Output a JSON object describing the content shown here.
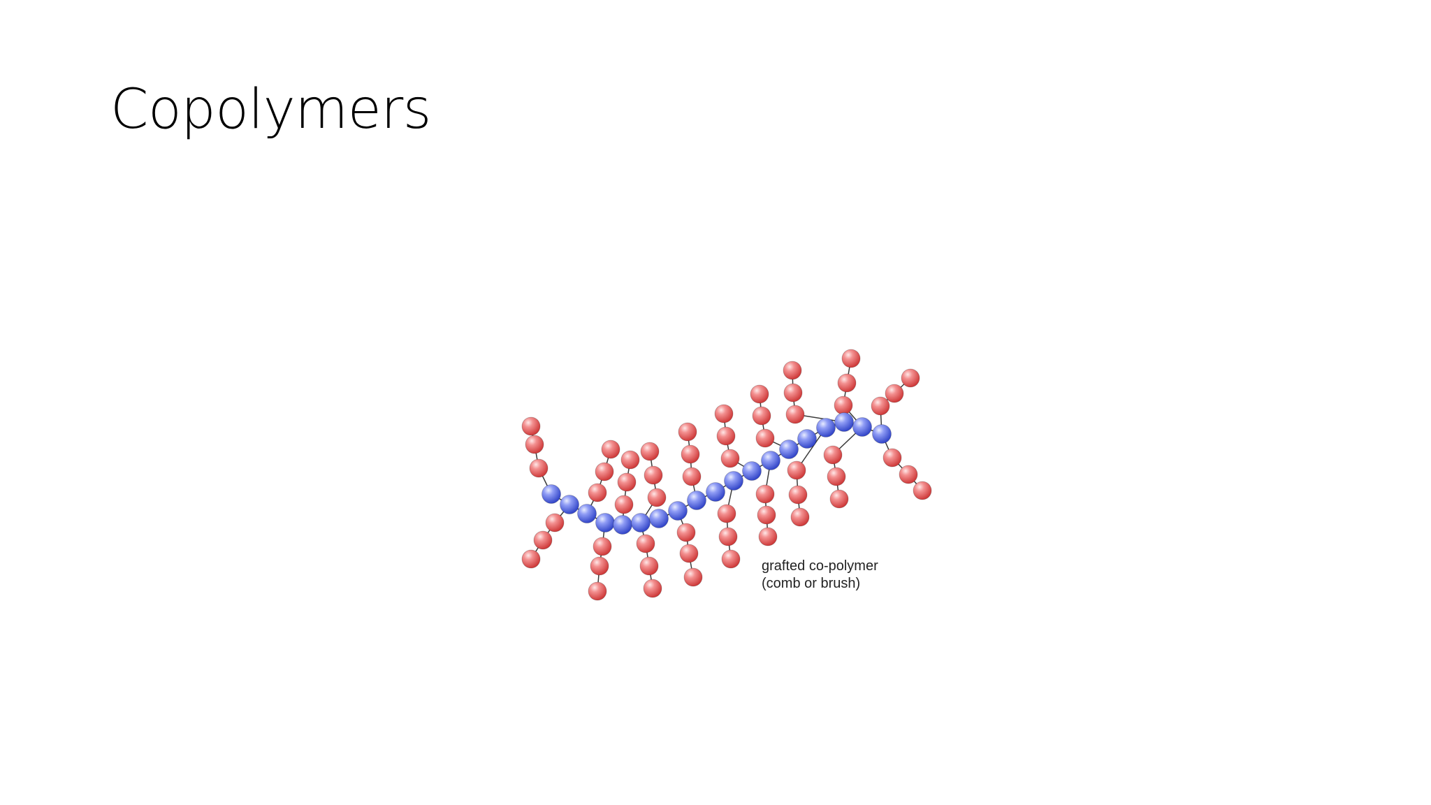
{
  "slide": {
    "title": "Copolymers"
  },
  "diagram": {
    "caption_line1": "grafted co-polymer",
    "caption_line2": "(comb or brush)",
    "colors": {
      "backbone": "#6b7ef0",
      "graft": "#f06a6a",
      "bond": "#3a3a3a"
    }
  }
}
